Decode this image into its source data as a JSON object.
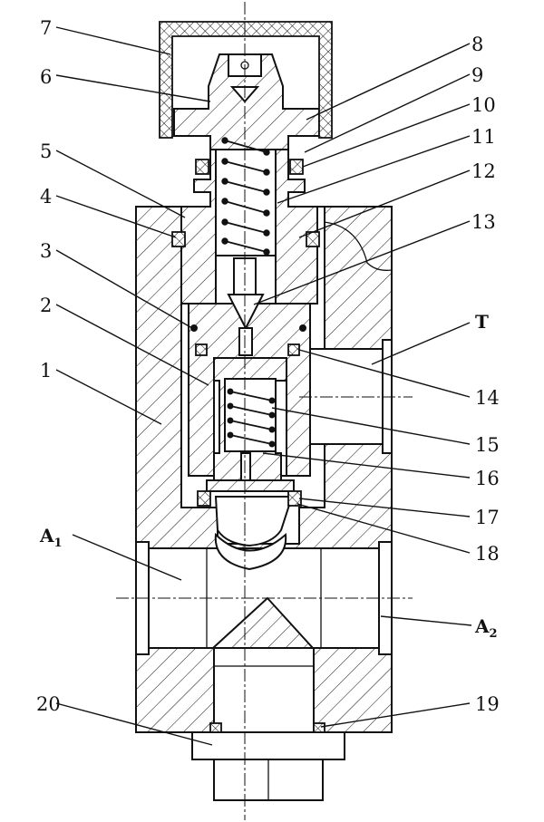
{
  "diagram": {
    "callouts": [
      {
        "id": "c1",
        "text": "1"
      },
      {
        "id": "c2",
        "text": "2"
      },
      {
        "id": "c3",
        "text": "3"
      },
      {
        "id": "c4",
        "text": "4"
      },
      {
        "id": "c5",
        "text": "5"
      },
      {
        "id": "c6",
        "text": "6"
      },
      {
        "id": "c7",
        "text": "7"
      },
      {
        "id": "c8",
        "text": "8"
      },
      {
        "id": "c9",
        "text": "9"
      },
      {
        "id": "c10",
        "text": "10"
      },
      {
        "id": "c11",
        "text": "11"
      },
      {
        "id": "c12",
        "text": "12"
      },
      {
        "id": "c13",
        "text": "13"
      },
      {
        "id": "c14",
        "text": "14"
      },
      {
        "id": "c15",
        "text": "15"
      },
      {
        "id": "c16",
        "text": "16"
      },
      {
        "id": "c17",
        "text": "17"
      },
      {
        "id": "c18",
        "text": "18"
      },
      {
        "id": "c19",
        "text": "19"
      },
      {
        "id": "c20",
        "text": "20"
      }
    ],
    "ports": {
      "T": "T",
      "A1": {
        "main": "A",
        "sub": "1"
      },
      "A2": {
        "main": "A",
        "sub": "2"
      }
    }
  }
}
